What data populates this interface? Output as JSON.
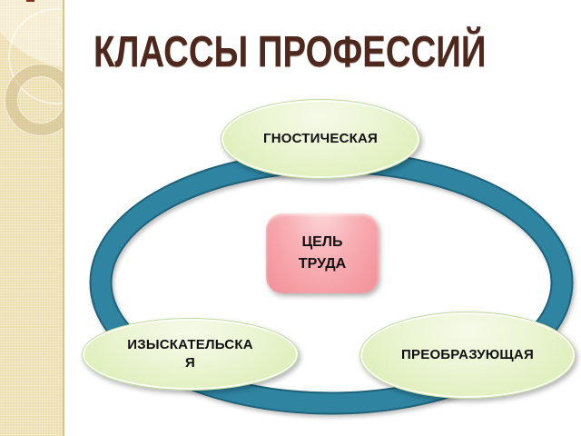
{
  "slide": {
    "title": "КЛАССЫ ПРОФЕССИЙ",
    "title_color": "#4e281c",
    "background": "#ffffff"
  },
  "sidebar": {
    "color": "#ecdeb0",
    "edge_color": "#d8c48c"
  },
  "diagram": {
    "ring_color": "#2e84a1",
    "ring_edge_color": "#1e6379",
    "node_fill": "#e8f3cd",
    "node_border": "#c3da9e",
    "label_color": "#111111",
    "center_node": {
      "label": "ЦЕЛЬ\nТРУДА",
      "fill": "#f6a3a8"
    },
    "nodes": [
      {
        "position": "top",
        "label": "ГНОСТИЧЕСКАЯ"
      },
      {
        "position": "bottom-left",
        "label": "ИЗЫСКАТЕЛЬСКА\nЯ"
      },
      {
        "position": "bottom-right",
        "label": "ПРЕОБРАЗУЮЩАЯ"
      }
    ]
  }
}
